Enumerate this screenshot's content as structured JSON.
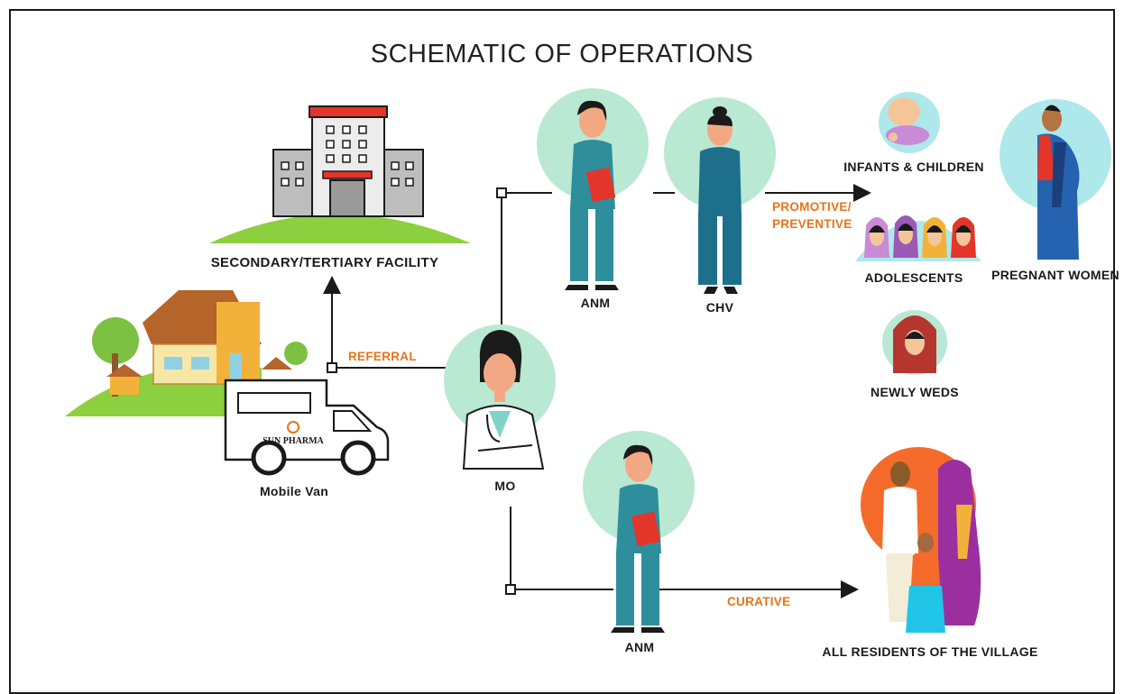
{
  "title": "SCHEMATIC OF OPERATIONS",
  "nodes": {
    "facility": "SECONDARY/TERTIARY FACILITY",
    "mobile_van": "Mobile Van",
    "van_logo": "SUN PHARMA",
    "mo": "MO",
    "anm_top": "ANM",
    "chv": "CHV",
    "anm_bottom": "ANM",
    "infants": "INFANTS & CHILDREN",
    "adolescents": "ADOLESCENTS",
    "pregnant": "PREGNANT WOMEN",
    "newlyweds": "NEWLY WEDS",
    "residents": "ALL RESIDENTS OF THE VILLAGE"
  },
  "edges": {
    "referral": "REFERRAL",
    "promotive_line1": "PROMOTIVE/",
    "promotive_line2": "PREVENTIVE",
    "curative": "CURATIVE"
  },
  "colors": {
    "circle_mint": "#b9e8d3",
    "circle_cyan": "#aee8ea",
    "circle_orange": "#f46b2b",
    "label_orange": "#e8731c",
    "scrubs": "#2e8e9c",
    "grass": "#8ccf3f"
  }
}
